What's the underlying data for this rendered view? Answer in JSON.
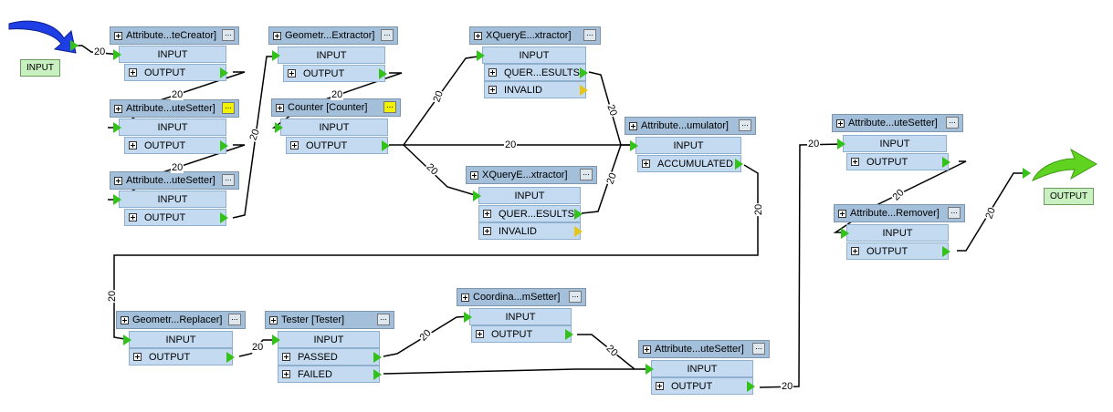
{
  "canvas": {
    "input_label": "INPUT",
    "output_label": "OUTPUT",
    "feature_count": "20"
  },
  "transformers": {
    "creator": {
      "title": "Attribute...teCreator]",
      "ports": {
        "in": "INPUT",
        "out": "OUTPUT"
      }
    },
    "setter1": {
      "title": "Attribute...uteSetter]",
      "ports": {
        "in": "INPUT",
        "out": "OUTPUT"
      }
    },
    "setter2": {
      "title": "Attribute...uteSetter]",
      "ports": {
        "in": "INPUT",
        "out": "OUTPUT"
      }
    },
    "extractor": {
      "title": "Geometr...Extractor]",
      "ports": {
        "in": "INPUT",
        "out": "OUTPUT"
      }
    },
    "counter": {
      "title": "Counter [Counter]",
      "ports": {
        "in": "INPUT",
        "out": "OUTPUT"
      }
    },
    "xquery1": {
      "title": "XQueryE...xtractor]",
      "ports": {
        "in": "INPUT",
        "out": "QUER...ESULTS",
        "out2": "INVALID"
      }
    },
    "xquery2": {
      "title": "XQueryE...xtractor]",
      "ports": {
        "in": "INPUT",
        "out": "QUER...ESULTS",
        "out2": "INVALID"
      }
    },
    "accum": {
      "title": "Attribute...umulator]",
      "ports": {
        "in": "INPUT",
        "out": "ACCUMULATED"
      }
    },
    "setter3": {
      "title": "Attribute...uteSetter]",
      "ports": {
        "in": "INPUT",
        "out": "OUTPUT"
      }
    },
    "remover": {
      "title": "Attribute...Remover]",
      "ports": {
        "in": "INPUT",
        "out": "OUTPUT"
      }
    },
    "replacer": {
      "title": "Geometr...Replacer]",
      "ports": {
        "in": "INPUT",
        "out": "OUTPUT"
      }
    },
    "tester": {
      "title": "Tester [Tester]",
      "ports": {
        "in": "INPUT",
        "out": "PASSED",
        "out2": "FAILED"
      }
    },
    "coord": {
      "title": "Coordina...mSetter]",
      "ports": {
        "in": "INPUT",
        "out": "OUTPUT"
      }
    },
    "setter4": {
      "title": "Attribute...uteSetter]",
      "ports": {
        "in": "INPUT",
        "out": "OUTPUT"
      }
    }
  },
  "colors": {
    "header": "#a3bfd9",
    "port": "#c3daf0",
    "port_arrow": "#33c21a",
    "invalid_arrow": "#e6c61a",
    "io_pill": "#c9f0c0",
    "input_arrow": "#1f3fe6",
    "output_arrow": "#5fd31f"
  },
  "icons": [
    "input-arrow-icon",
    "output-arrow-icon",
    "expand-plus-icon",
    "options-button-icon",
    "port-arrow-icon"
  ]
}
